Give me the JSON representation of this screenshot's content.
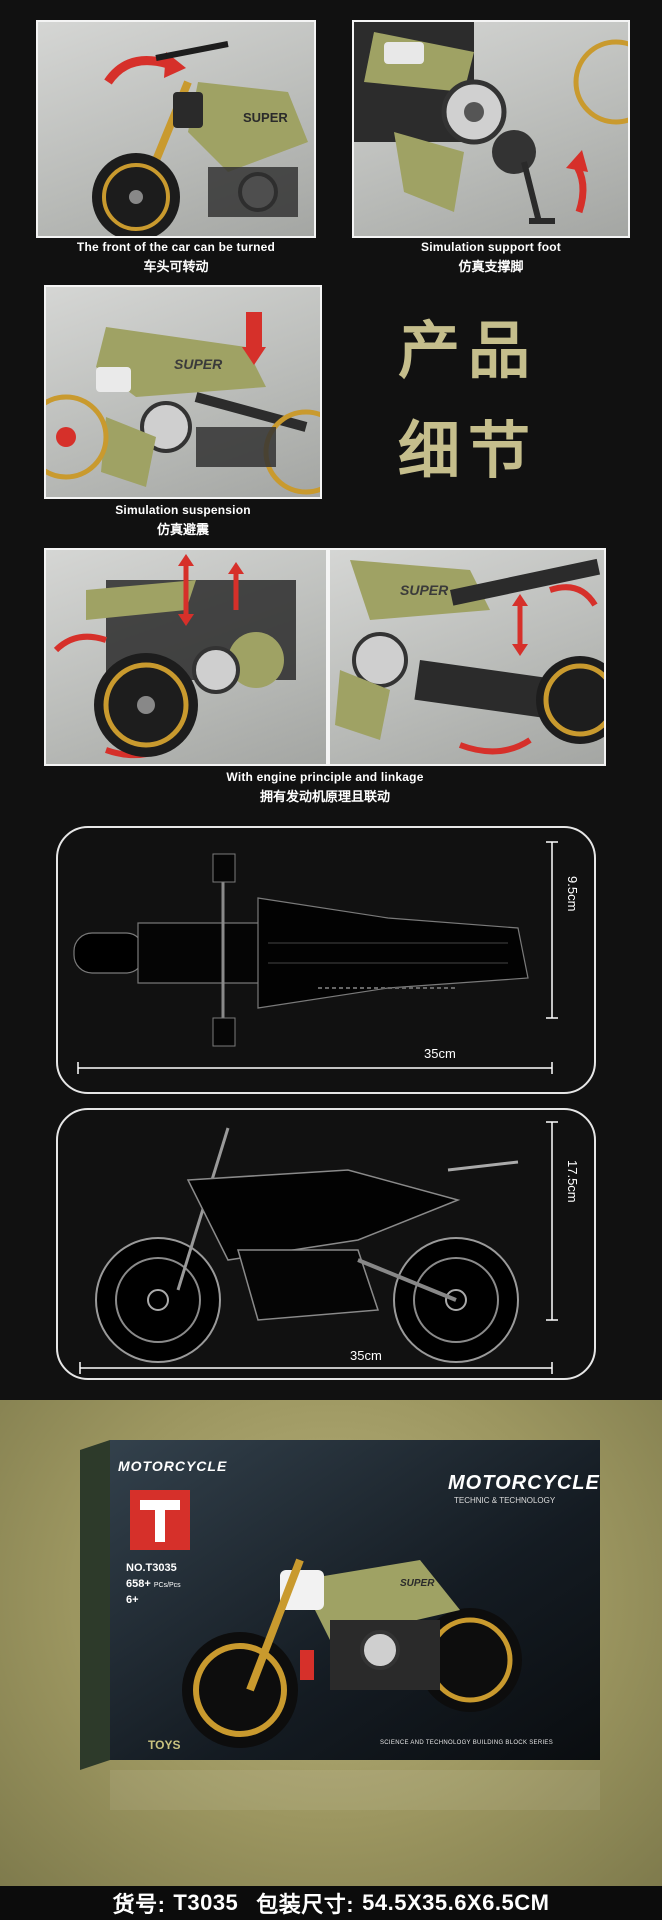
{
  "details": {
    "steering": {
      "en": "The front of the car can be turned",
      "zh": "车头可转动"
    },
    "support": {
      "en": "Simulation support foot",
      "zh": "仿真支撑脚"
    },
    "suspension": {
      "en": "Simulation suspension",
      "zh": "仿真避震"
    },
    "engine": {
      "en": "With engine principle and linkage",
      "zh": "拥有发动机原理且联动"
    },
    "side_title_line1": "产品",
    "side_title_line2": "细节",
    "photo_badge_front": "SUPER",
    "photo_badge_tank": "SUPER"
  },
  "dimensions": {
    "top_view": {
      "width_label": "35cm",
      "height_label": "9.5cm"
    },
    "side_view": {
      "width_label": "35cm",
      "height_label": "17.5cm"
    }
  },
  "package": {
    "brand_left": "MOTORCYCLE",
    "brand_right": "MOTORCYCLE",
    "brand_sub": "TECHNIC & TECHNOLOGY",
    "model_no": "NO.T3035",
    "piece_count": "658+",
    "pcs_unit": "PCs/Pcs",
    "age": "6+",
    "series": "SCIENCE AND TECHNOLOGY BUILDING BLOCK SERIES",
    "toys_label": "TOYS",
    "tank_badge": "SUPER"
  },
  "footer": {
    "item_label": "货号:",
    "item_value": "T3035",
    "size_label": "包装尺寸:",
    "size_value": "54.5X35.6X6.5CM"
  },
  "colors": {
    "title_gold": "#c5be8c",
    "olive_body": "#9fa264",
    "accent_red": "#d6302a",
    "wheel_gold": "#c99a2e"
  }
}
